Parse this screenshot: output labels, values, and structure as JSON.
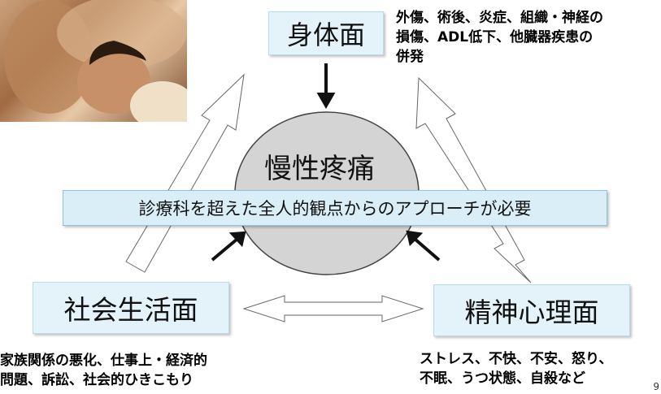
{
  "photo": {
    "description_icon": "photo-icon"
  },
  "nodes": {
    "physical": "身体面",
    "social": "社会生活面",
    "psych": "精神心理面"
  },
  "center": "慢性疼痛",
  "banner": "診療科を超えた全人的観点からのアプローチが必要",
  "notes": {
    "physical": "外傷、術後、炎症、組織・神経の\n損傷、ADL低下、他臓器疾患の\n併発",
    "social": "家族関係の悪化、仕事上・経済的\n問題、訴訟、社会的ひきこもり",
    "psych": "ストレス、不快、不安、怒り、\n不眠、うつ状態、自殺など"
  },
  "page_number": "9"
}
